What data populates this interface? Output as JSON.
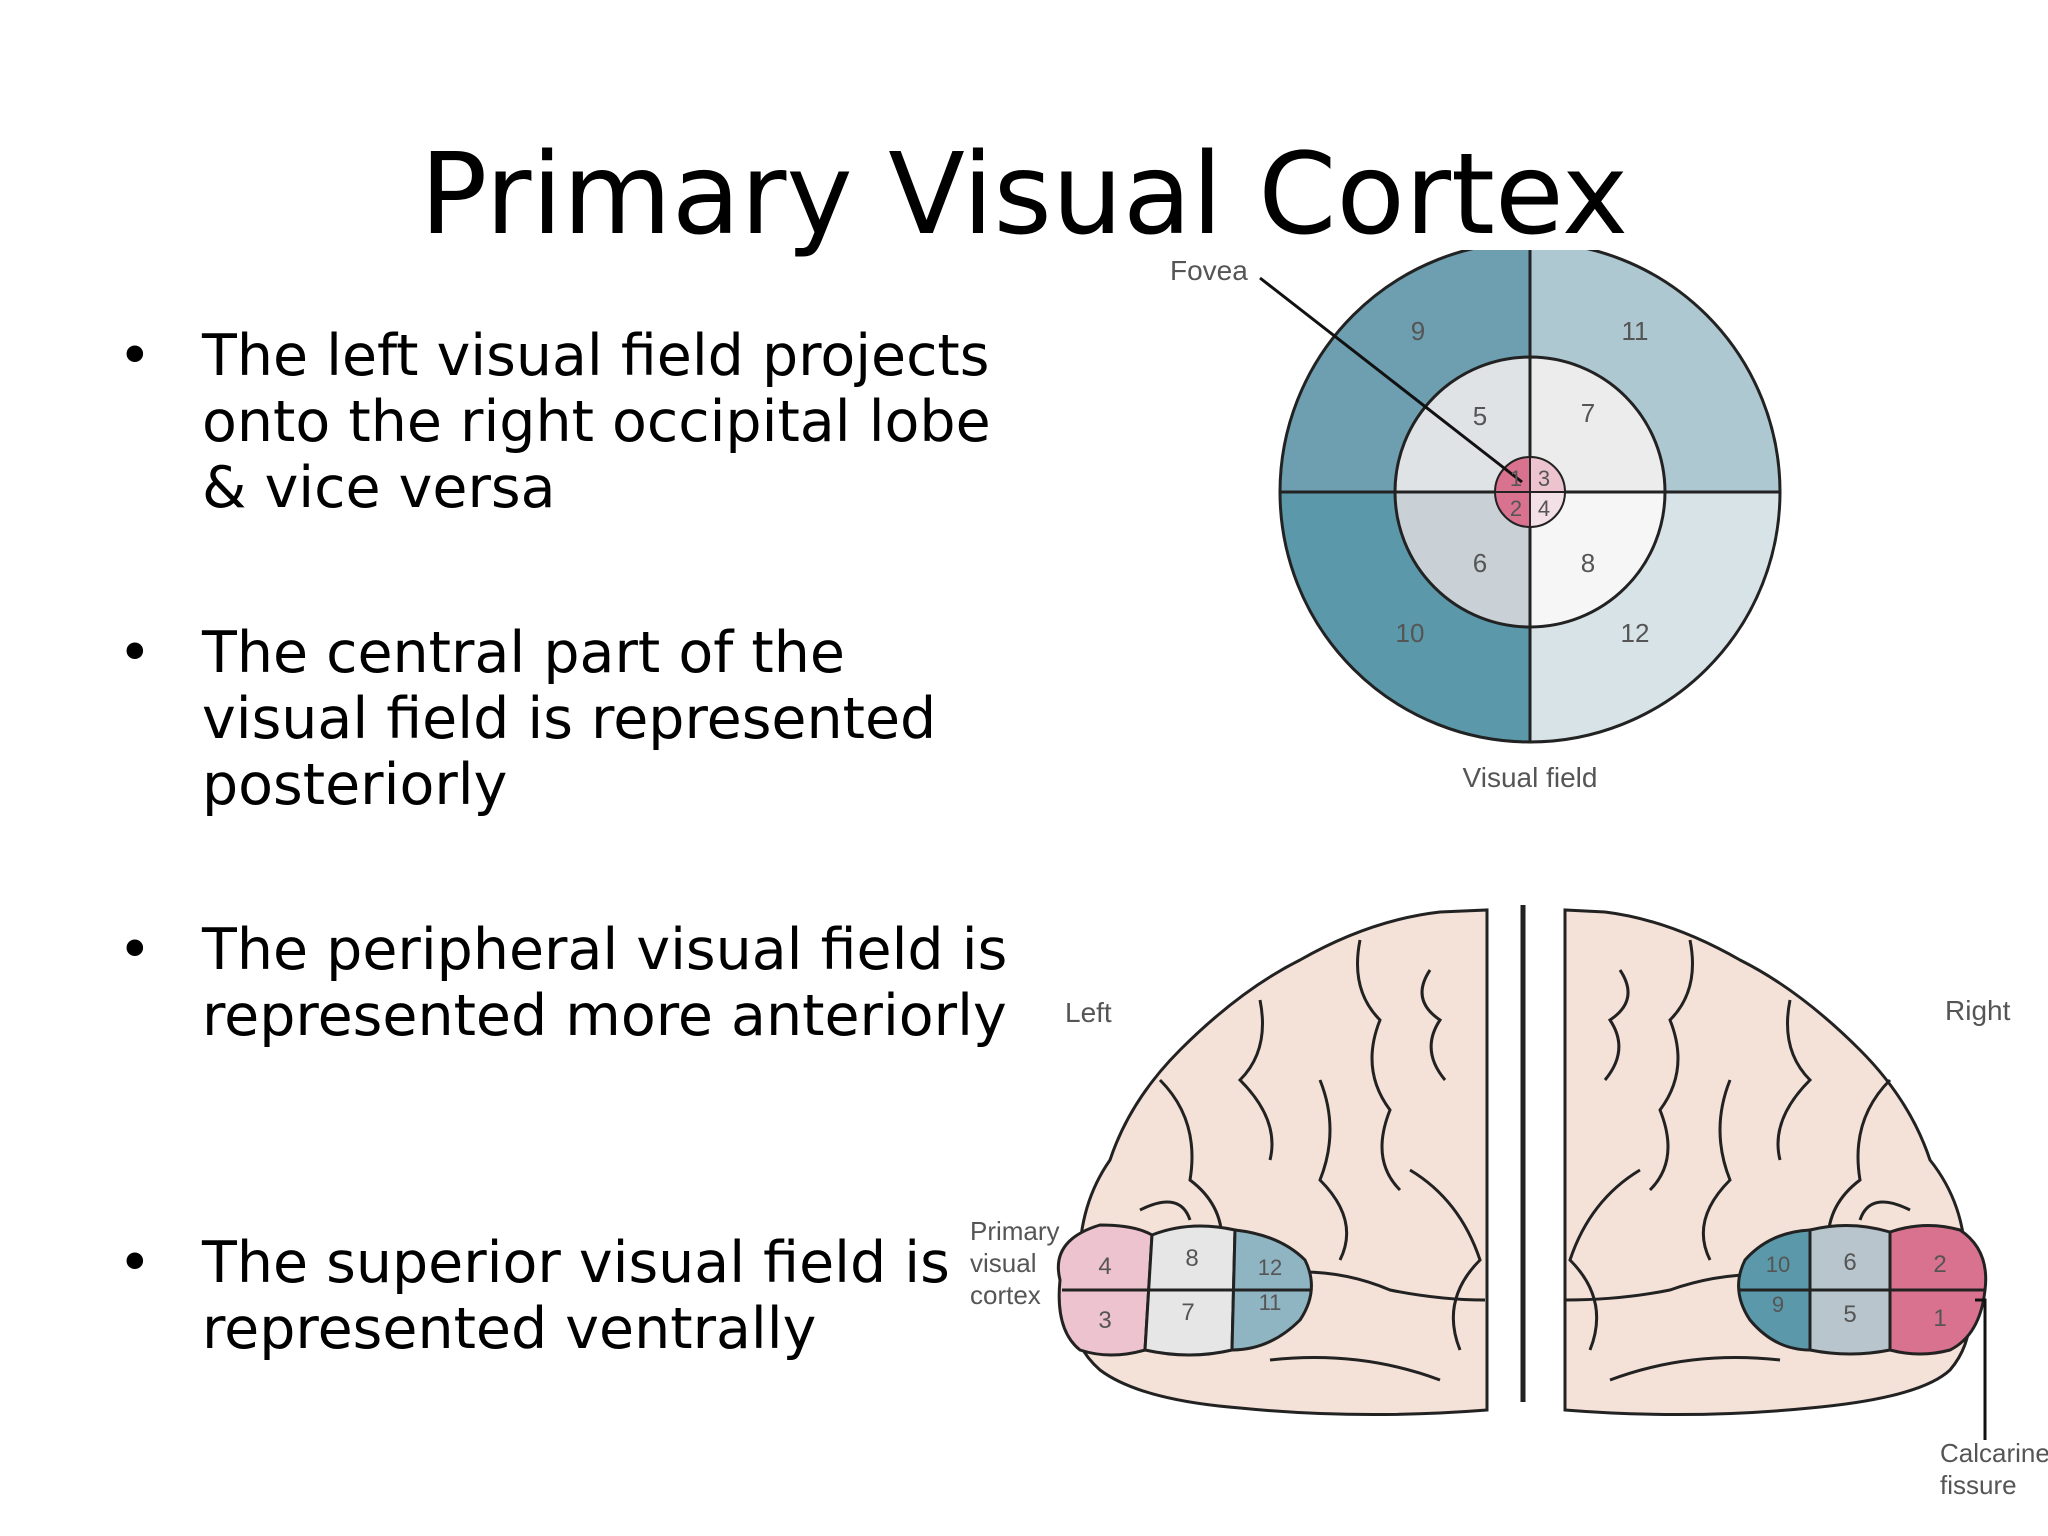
{
  "title": "Primary Visual Cortex",
  "bullets": [
    {
      "symbol": "•",
      "lines": [
        "The left visual field projects",
        "onto the right occipital lobe",
        "& vice versa"
      ]
    },
    {
      "symbol": "•",
      "lines": [
        "The central part of the",
        "visual field is represented",
        "posteriorly"
      ]
    },
    {
      "symbol": "•",
      "lines": [
        "The peripheral visual field is",
        "represented more anteriorly"
      ]
    },
    {
      "symbol": "•",
      "lines": [
        "The superior visual field is",
        "represented ventrally"
      ]
    }
  ],
  "visual_field": {
    "caption": "Visual field",
    "fovea_label": "Fovea",
    "segments": {
      "s1": "1",
      "s2": "2",
      "s3": "3",
      "s4": "4",
      "s5": "5",
      "s6": "6",
      "s7": "7",
      "s8": "8",
      "s9": "9",
      "s10": "10",
      "s11": "11",
      "s12": "12"
    }
  },
  "brain": {
    "left_label": "Left",
    "right_label": "Right",
    "primary_label": [
      "Primary",
      "visual",
      "cortex"
    ],
    "calcarine_label": [
      "Calcarine",
      "fissure"
    ]
  },
  "colors": {
    "fovea_pink": "#d9728e",
    "light_pink": "#ecc3cf",
    "teal_dark": "#5b98aa",
    "teal_mid": "#8fb5c2",
    "grey_light": "#d8dee2",
    "white_segment": "#f6f6f6",
    "brain_fill": "#f4e1d8"
  }
}
